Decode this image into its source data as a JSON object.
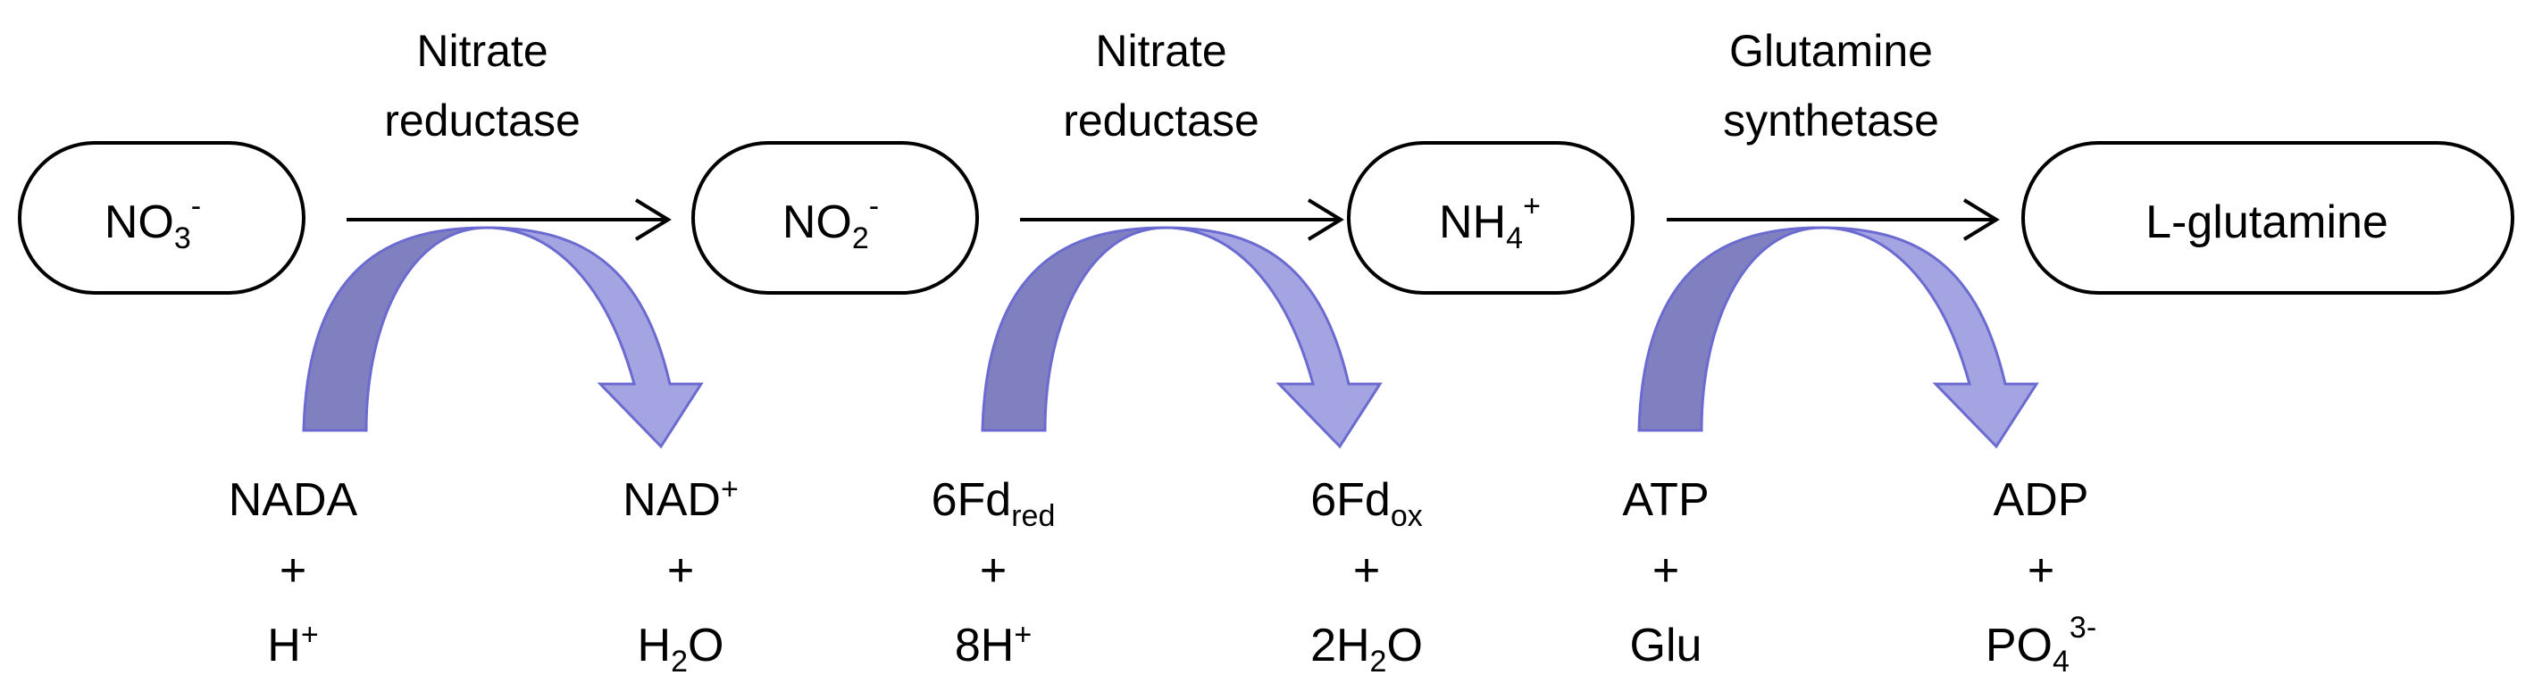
{
  "colors": {
    "box_stroke": "#000000",
    "arrow_line": "#000000",
    "curve_left_fill": "#8080c0",
    "curve_right_fill": "#a4a4e2",
    "curve_stroke": "#6a6ad0"
  },
  "nodes": [
    {
      "base": "NO",
      "sub": "3",
      "sup": "-"
    },
    {
      "base": "NO",
      "sub": "2",
      "sup": "-"
    },
    {
      "base": "NH",
      "sub": "4",
      "sup": "+"
    },
    {
      "base": "L-glutamine",
      "sub": "",
      "sup": ""
    }
  ],
  "enzymes": [
    {
      "line1": "Nitrate",
      "line2": "reductase"
    },
    {
      "line1": "Nitrate",
      "line2": "reductase"
    },
    {
      "line1": "Glutamine",
      "line2": "synthetase"
    }
  ],
  "cofactors": [
    {
      "input": {
        "top": {
          "base": "NADA",
          "sub": "",
          "sup": ""
        },
        "plus": "+",
        "bottom": {
          "base": "H",
          "sub": "",
          "sup": "+",
          "tail": ""
        }
      },
      "output": {
        "top": {
          "base": "NAD",
          "sub": "",
          "sup": "+"
        },
        "plus": "+",
        "bottom": {
          "base": "H",
          "sub": "2",
          "sup": "",
          "tail": "O"
        }
      }
    },
    {
      "input": {
        "top": {
          "base": "6Fd",
          "sub": "red",
          "sup": ""
        },
        "plus": "+",
        "bottom": {
          "base": "8H",
          "sub": "",
          "sup": "+",
          "tail": ""
        }
      },
      "output": {
        "top": {
          "base": "6Fd",
          "sub": "ox",
          "sup": ""
        },
        "plus": "+",
        "bottom": {
          "base": "2H",
          "sub": "2",
          "sup": "",
          "tail": "O"
        }
      }
    },
    {
      "input": {
        "top": {
          "base": "ATP",
          "sub": "",
          "sup": ""
        },
        "plus": "+",
        "bottom": {
          "base": "Glu",
          "sub": "",
          "sup": "",
          "tail": ""
        }
      },
      "output": {
        "top": {
          "base": "ADP",
          "sub": "",
          "sup": ""
        },
        "plus": "+",
        "bottom": {
          "base": "PO",
          "sub": "4",
          "sup": "3-",
          "tail": ""
        }
      }
    }
  ]
}
